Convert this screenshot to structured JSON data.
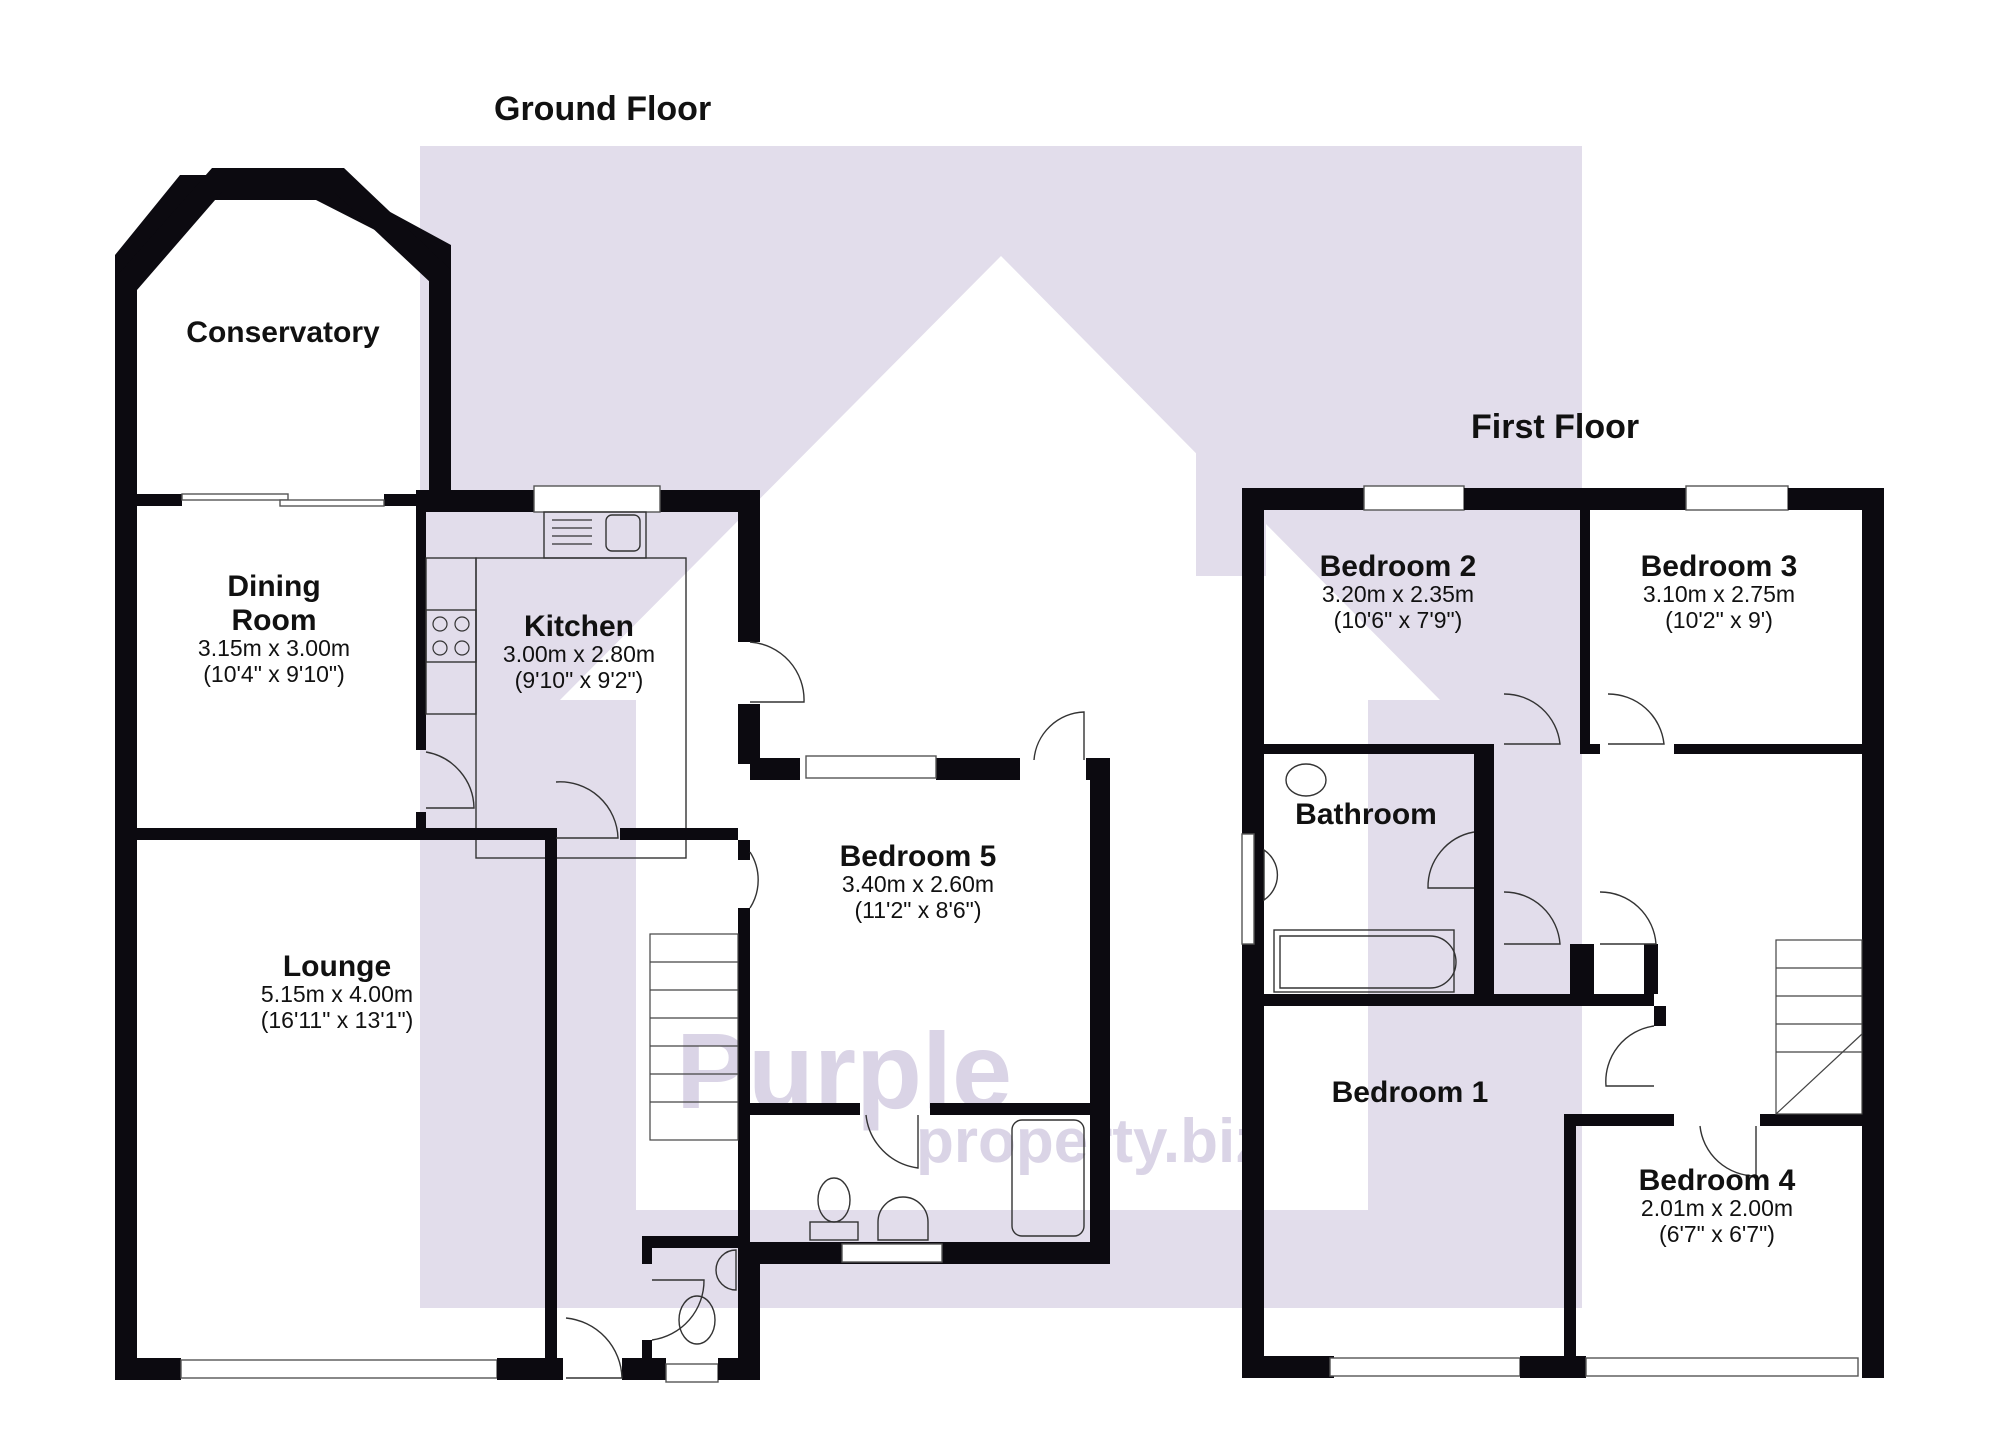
{
  "watermark": {
    "line1": "Purple",
    "line2": "property.biz",
    "color": "#e2ddeb"
  },
  "ground_floor": {
    "title": "Ground Floor",
    "rooms": {
      "conservatory": {
        "name": "Conservatory"
      },
      "dining_room": {
        "name_line1": "Dining",
        "name_line2": "Room",
        "metric": "3.15m x 3.00m",
        "imperial": "(10'4\" x 9'10\")"
      },
      "kitchen": {
        "name": "Kitchen",
        "metric": "3.00m x 2.80m",
        "imperial": "(9'10\" x 9'2\")"
      },
      "lounge": {
        "name": "Lounge",
        "metric": "5.15m x 4.00m",
        "imperial": "(16'11\" x 13'1\")"
      },
      "bedroom_5": {
        "name": "Bedroom 5",
        "metric": "3.40m x 2.60m",
        "imperial": "(11'2\" x 8'6\")"
      }
    }
  },
  "first_floor": {
    "title": "First Floor",
    "rooms": {
      "bedroom_2": {
        "name": "Bedroom 2",
        "metric": "3.20m x 2.35m",
        "imperial": "(10'6\" x 7'9\")"
      },
      "bedroom_3": {
        "name": "Bedroom 3",
        "metric": "3.10m x 2.75m",
        "imperial": "(10'2\" x 9')"
      },
      "bathroom": {
        "name": "Bathroom"
      },
      "bedroom_1": {
        "name": "Bedroom 1"
      },
      "bedroom_4": {
        "name": "Bedroom 4",
        "metric": "2.01m x 2.00m",
        "imperial": "(6'7\" x 6'7\")"
      }
    }
  }
}
